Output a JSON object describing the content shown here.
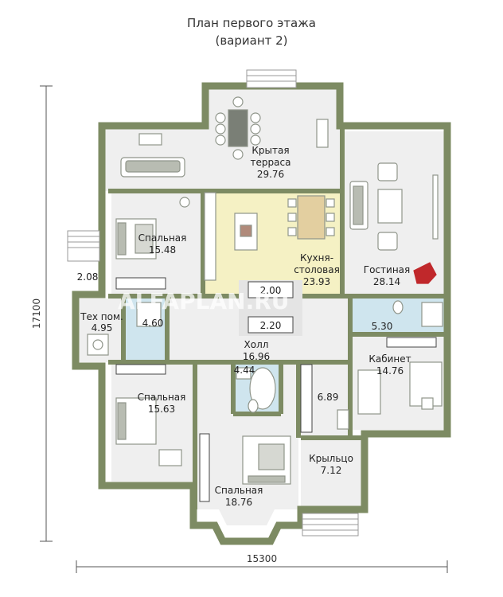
{
  "title": {
    "line1": "План первого этажа",
    "line2": "(вариант 2)"
  },
  "rooms": [
    {
      "id": "terrace",
      "label": "Крытая терраса",
      "label_l1": "Крытая",
      "label_l2": "терраса",
      "area": "29.76"
    },
    {
      "id": "kitchen",
      "label": "Кухня-столовая",
      "label_l1": "Кухня-",
      "label_l2": "столовая",
      "area": "23.93"
    },
    {
      "id": "living",
      "label": "Гостиная",
      "area": "28.14"
    },
    {
      "id": "bedroom1",
      "label": "Спальная",
      "area": "15.48"
    },
    {
      "id": "bedroom2",
      "label": "Спальная",
      "area": "15.63"
    },
    {
      "id": "bedroom3",
      "label": "Спальная",
      "area": "18.76"
    },
    {
      "id": "tech",
      "label": "Тех пом.",
      "area": "4.95"
    },
    {
      "id": "hall",
      "label": "Холл",
      "area": "16.96"
    },
    {
      "id": "office",
      "label": "Кабинет",
      "area": "14.76"
    },
    {
      "id": "porch",
      "label": "Крыльцо",
      "area": "7.12"
    }
  ],
  "small_areas": {
    "entry_steps": "2.08",
    "bath_left": "4.60",
    "stair_top": "2.00",
    "stair_bottom": "2.20",
    "bath_right": "5.30",
    "bath_center": "4.44",
    "vestibule": "6.89"
  },
  "dimensions": {
    "width": "15300",
    "height": "17100"
  },
  "watermark": "ALFAPLAN.RU",
  "colors": {
    "wall": "#7d8b63",
    "floor": "#efefef",
    "kitchen_floor": "#f5f1c4",
    "bath_floor": "#cfe5ee",
    "fireplace": "#c0282b",
    "furniture": "#8f958a"
  }
}
